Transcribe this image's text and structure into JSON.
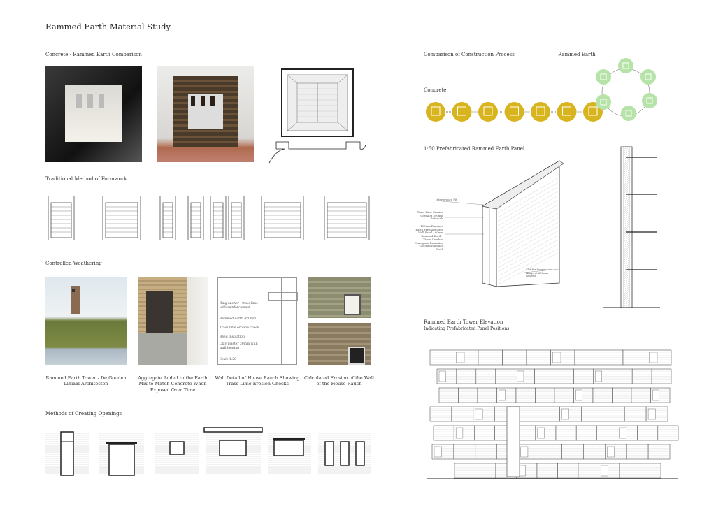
{
  "title": "Rammed Earth Material Study",
  "sections": {
    "comparison": "Concrete - Rammed Earth Comparison",
    "formwork": "Traditional Method of Formwork",
    "weathering": "Controlled Weathering",
    "openings": "Methods of Creating Openings",
    "process": "Comparison of Construction Process",
    "rammed_earth": "Rammed Earth",
    "concrete": "Concrete",
    "panel": "1:50 Prefabricated Rammed Earth Panel",
    "elevation": "Rammed Earth Tower Elevation",
    "elevation_sub": "Indicating Prefabricated Panel Positions"
  },
  "captions": [
    "Rammed Earth Tower - De Gouden Liniaal Architecten",
    "Aggregate Added to the Earth Mix to Match Concrete When Exposed Over Time",
    "Wall Detail of House Rauch Showing Trass-Lime Erosion Checks",
    "Calculated Erosion of the Wall of the House Rauch"
  ],
  "wall_detail_notes": [
    "Ring anchor - trass lime with reinforcement",
    "Rammed earth 450mm",
    "Trass lime erosion check",
    "Reed Insulation",
    "Clay plaster 30mm with wall heating",
    "Scale 1:20"
  ],
  "panel_notes": [
    "Interference Fit",
    "Trass Lime Erosion Check at 500mm Intervals",
    "100mm Rammed Earth Pre-fabricated Wall Panel - 60mm Rammed Earth - 75mm Crushed Foamglass Insulation - 250mm Rammed Earth",
    "Slot for Suspension Hinge at 600mm centres"
  ],
  "colors": {
    "concrete": "#d8b41f",
    "rammed_earth": "#b5e3a8"
  }
}
